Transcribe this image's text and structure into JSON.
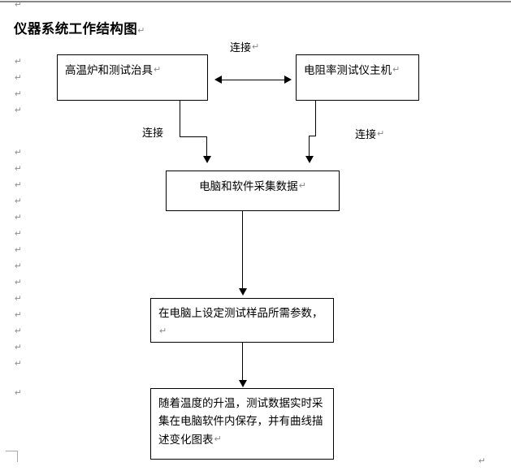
{
  "document": {
    "title": "仪器系统工作结构图",
    "paragraph_mark": "↵",
    "margin_mark_count": 18
  },
  "flowchart": {
    "nodes": [
      {
        "id": "furnace",
        "label": "高温炉和测试治具"
      },
      {
        "id": "tester",
        "label": "电阻率测试仪主机"
      },
      {
        "id": "pc",
        "label": "电脑和软件采集数据"
      },
      {
        "id": "params",
        "label": "在电脑上设定测试样品所需参数，"
      },
      {
        "id": "record",
        "label": "随着温度的升温，测试数据实时采集在电脑软件内保存，并有曲线描述变化图表"
      }
    ],
    "edge_labels": {
      "top": "连接",
      "left": "连接",
      "right": "连接"
    }
  },
  "colors": {
    "stroke": "#000000",
    "text": "#000000",
    "mark": "#8c8c8c",
    "rule": "#888888",
    "page": "#ffffff"
  }
}
